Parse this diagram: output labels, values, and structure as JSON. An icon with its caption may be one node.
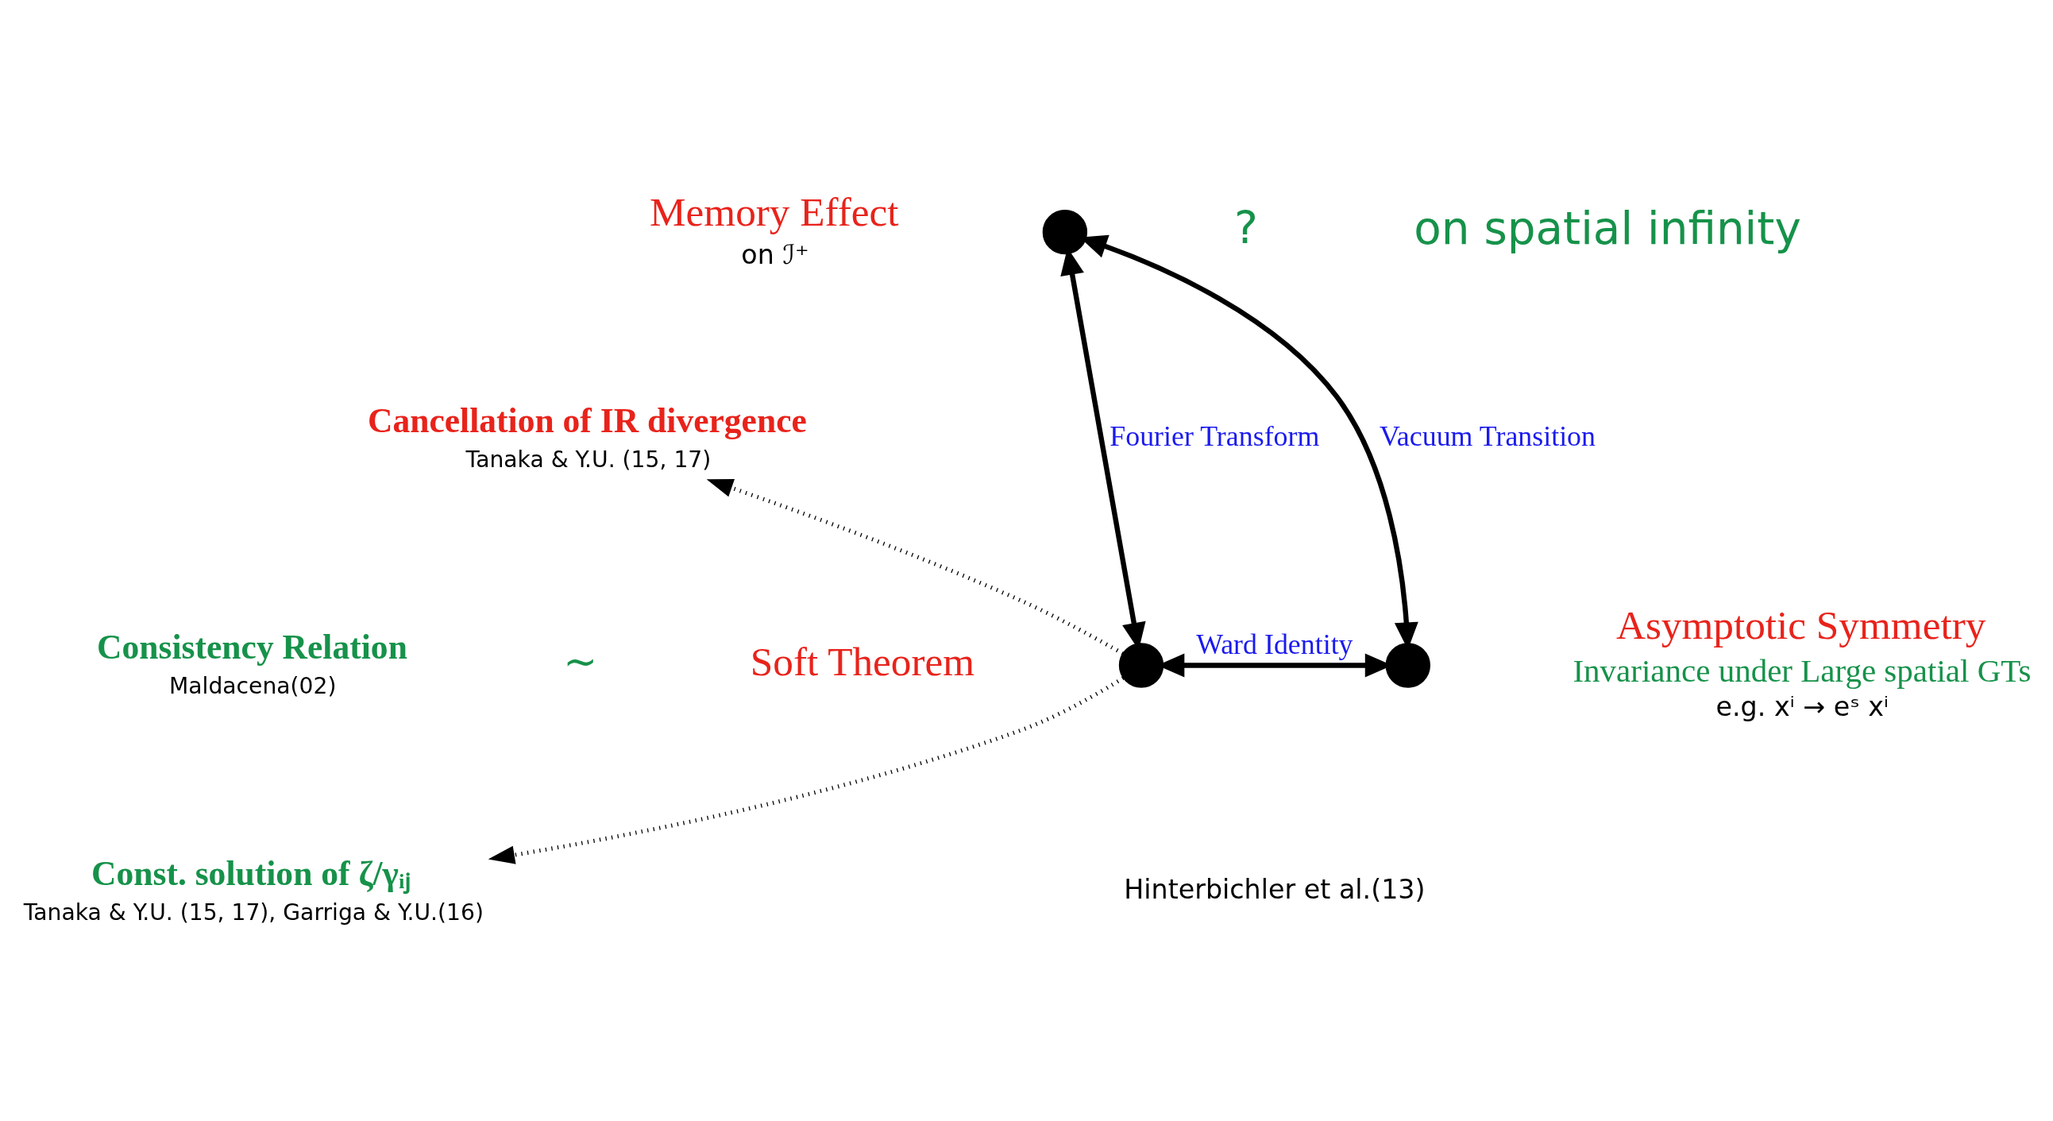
{
  "diagram": {
    "nodes": [
      {
        "text": [],
        "shape": "circle",
        "beside": [
          "Memory Effect",
          "on ℐ⁺"
        ]
      },
      {
        "text": [],
        "shape": "circle",
        "beside": [
          "Soft Theorem"
        ]
      },
      {
        "text": [],
        "shape": "circle",
        "beside": [
          "Asymptotic Symmetry",
          "Invariance under Large spatial GTs",
          "e.g. xⁱ → eˢ xⁱ"
        ]
      },
      {
        "text": [
          "Cancellation of IR divergence"
        ],
        "beside": [
          "Tanaka & Y.U. (15, 17)"
        ]
      },
      {
        "text": [
          "Consistency Relation"
        ],
        "beside": [
          "Maldacena(02)"
        ]
      },
      {
        "text": [
          "Const. solution of ζ/γᵢⱼ"
        ],
        "beside": [
          "Tanaka & Y.U. (15, 17), Garriga & Y.U.(16)"
        ]
      }
    ],
    "edges": [
      {
        "from": 0,
        "to": 1,
        "arrow": "both",
        "label": "Fourier Transform"
      },
      {
        "from": 0,
        "to": 2,
        "arrow": "both",
        "label": "Vacuum Transition"
      },
      {
        "from": 1,
        "to": 2,
        "arrow": "both",
        "label": "Ward Identity"
      },
      {
        "from": 1,
        "to": 3,
        "arrow": "to",
        "style": "dashed"
      },
      {
        "from": 1,
        "to": 5,
        "arrow": "to",
        "style": "dashed"
      }
    ],
    "labels": [
      "?",
      "on spatial infinity",
      "~",
      "Hinterbichler et al.(13)"
    ]
  }
}
